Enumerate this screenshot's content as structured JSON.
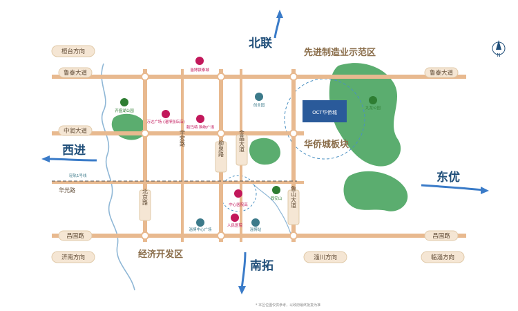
{
  "roads": {
    "lutai_left": "鲁泰大道",
    "lutai_right": "鲁泰大道",
    "zhongrun": "中润大道",
    "huaguang": "华光路",
    "changguo_left": "昌国路",
    "changguo_right": "昌国路",
    "beijing": "北京路",
    "liuquan": "柳泉路",
    "jintai": "金晶大道",
    "lushan": "鲁山大道",
    "yuhua": "宇宏路"
  },
  "directions": {
    "north": "北联",
    "west": "西进",
    "east": "东优",
    "south": "南拓"
  },
  "destinations": {
    "huantai": "桓台方向",
    "jinan": "济南方向",
    "zichuan": "淄川方向",
    "linzi": "临淄方向"
  },
  "zones": {
    "advanced_mfg": "先进制造业示范区",
    "econ_dev": "经济开发区",
    "huaqiao_block": "华侨城板块"
  },
  "brand": {
    "logo_text": "OCT华侨城"
  },
  "pois": {
    "cbd": "淄博银泰城",
    "qilu_park": "齐盛湖公园",
    "wanda": "万达广场 (淄博张店店)",
    "xinmatai": "新玛特 购物广场",
    "chuangye": "创业园",
    "xishan": "西安山",
    "changguo_center": "淄博中心广场",
    "people_hospital": "人民医院",
    "zibo_station": "淄博站",
    "zhongxin": "中心医院高",
    "jiulong": "九龙公园",
    "nan_tie": "轻轨1号线"
  },
  "north_label": "N",
  "footnote": "* 本区位图仅供参考，以政府最终批复为准"
}
